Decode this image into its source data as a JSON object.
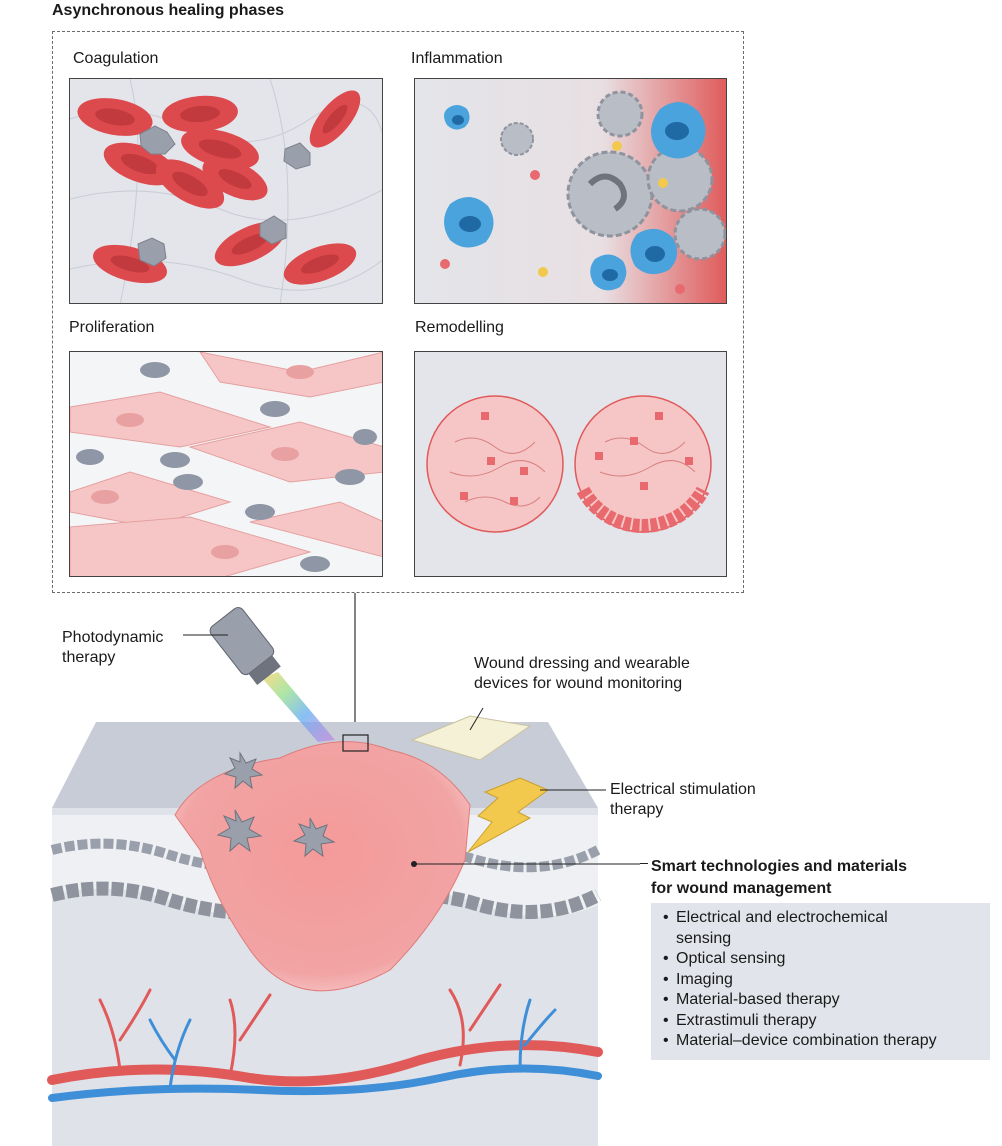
{
  "heading": "Asynchronous healing phases",
  "phases": {
    "coagulation": "Coagulation",
    "inflammation": "Inflammation",
    "proliferation": "Proliferation",
    "remodelling": "Remodelling"
  },
  "callouts": {
    "photodynamic_line1": "Photodynamic",
    "photodynamic_line2": "therapy",
    "dressing_line1": "Wound dressing and wearable",
    "dressing_line2": "devices for wound monitoring",
    "electrical_line1": "Electrical stimulation",
    "electrical_line2": "therapy",
    "smart_line1": "Smart technologies and materials",
    "smart_line2": "for wound management"
  },
  "smart_list": [
    "Electrical and electrochemical",
    "sensing",
    "Optical sensing",
    "Imaging",
    "Material-based therapy",
    "Extrastimuli therapy",
    "Material–device combination therapy"
  ],
  "colors": {
    "blood_red": "#dd4a4e",
    "platelet_grey": "#9aa0ab",
    "macrophage_blue": "#4aa3dd",
    "wound_pink": "#f2a3a3",
    "vessel_red": "#e05a5a",
    "vessel_blue": "#3f8fd8",
    "lightning_yellow": "#f2c94c",
    "list_bg": "#e1e4ea"
  }
}
